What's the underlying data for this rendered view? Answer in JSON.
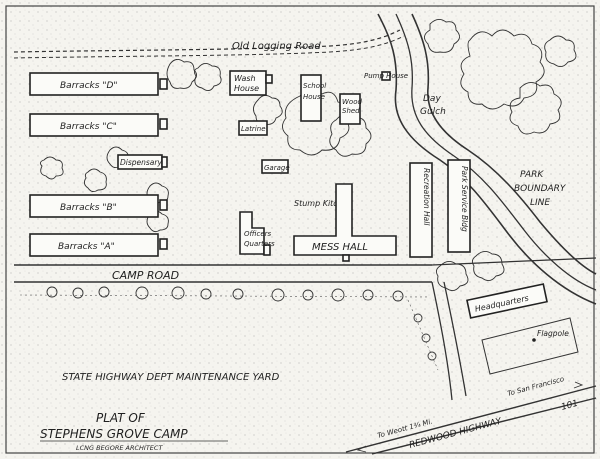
{
  "title": {
    "line1": "PLAT OF",
    "line2": "STEPHENS GROVE CAMP",
    "line3": "LCNG BEGORE ARCHITECT"
  },
  "roads": {
    "old_logging": "Old Logging Road",
    "camp": "CAMP ROAD",
    "redwood_highway": "REDWOOD HIGHWAY",
    "highway_number": "101",
    "to_weott": "To Weott 1¾ Mi.",
    "to_san_francisco": "To San Francisco"
  },
  "areas": {
    "maintenance_yard": "STATE HIGHWAY DEPT MAINTENANCE YARD",
    "park_boundary": [
      "PARK",
      "BOUNDARY",
      "LINE"
    ],
    "day_gulch": [
      "Day",
      "Gulch"
    ]
  },
  "buildings": {
    "barracks_d": "Barracks \"D\"",
    "barracks_c": "Barracks \"C\"",
    "barracks_b": "Barracks \"B\"",
    "barracks_a": "Barracks \"A\"",
    "dispensary": "Dispensary",
    "wash_house": [
      "Wash",
      "House"
    ],
    "school_house": [
      "School",
      "House"
    ],
    "wood_shed": [
      "Wood",
      "Shed"
    ],
    "pump_house": "Pump House",
    "latrine": "Latrine",
    "garage": "Garage",
    "officers_quarters": [
      "Officers",
      "Quarters"
    ],
    "stump_kitchen": "Stump Kitchen",
    "mess_hall": "MESS HALL",
    "recreation_hall": "Recreation Hall",
    "forestry_service_bldg": "Park Service Bldg",
    "headquarters": "Headquarters",
    "flagpole": "Flagpole"
  }
}
